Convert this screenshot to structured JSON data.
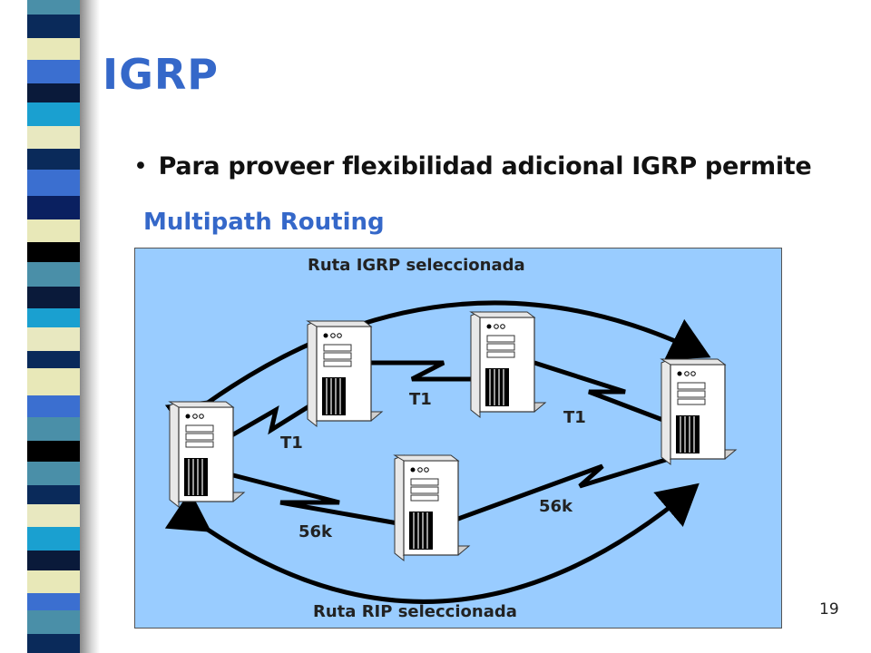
{
  "slide": {
    "title": "IGRP",
    "bullet": "Para proveer flexibilidad adicional IGRP permite",
    "subtitle": "Multipath Routing",
    "page_number": "19"
  },
  "diagram": {
    "top_label": "Ruta IGRP seleccionada",
    "bottom_label": "Ruta RIP seleccionada",
    "link_labels": {
      "t1_left": "T1",
      "t1_center": "T1",
      "t1_right": "T1",
      "k56_left": "56k",
      "k56_right": "56k"
    },
    "servers": [
      "server",
      "server",
      "server",
      "server",
      "server"
    ]
  },
  "colors": {
    "accent": "#3568c9",
    "panel": "#99ccff",
    "strip": [
      "#4a8fa8",
      "#0a2a5a",
      "#e8e8b8",
      "#3b6fd0",
      "#0a1a3a",
      "#1aa0d0",
      "#e8e8c0",
      "#0a2060",
      "#000000",
      "#4a8fa8"
    ]
  }
}
